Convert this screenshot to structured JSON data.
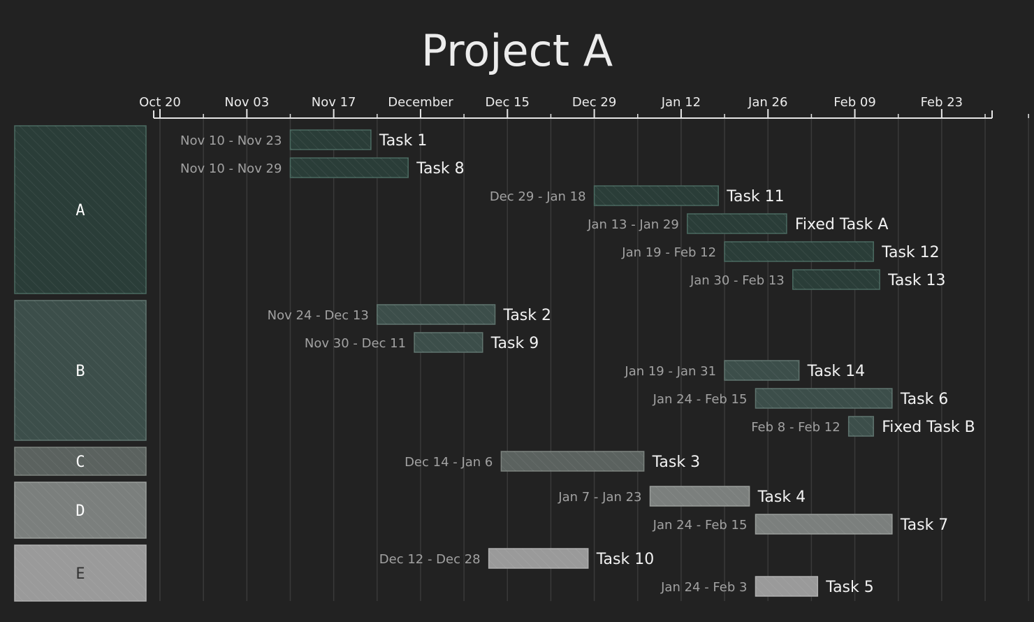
{
  "chart_data": {
    "type": "gantt",
    "title": "Project A",
    "x_ticks": [
      "Oct 20",
      "Nov 03",
      "Nov 17",
      "December",
      "Dec 15",
      "Dec 29",
      "Jan 12",
      "Jan 26",
      "Feb 09",
      "Feb 23"
    ],
    "groups": [
      {
        "name": "A",
        "color": "#2a3d38",
        "border": "#4b6a61",
        "text": "#ffffff"
      },
      {
        "name": "B",
        "color": "#3c4e4a",
        "border": "#60756f",
        "text": "#ffffff"
      },
      {
        "name": "C",
        "color": "#5b625f",
        "border": "#7c837f",
        "text": "#ffffff"
      },
      {
        "name": "D",
        "color": "#7b7f7d",
        "border": "#9a9e9b",
        "text": "#ffffff"
      },
      {
        "name": "E",
        "color": "#9a9a9a",
        "border": "#b0b0b0",
        "text": "#333333"
      }
    ],
    "tasks": [
      {
        "group": "A",
        "name": "Task 1",
        "range": "Nov 10 - Nov 23",
        "start": "11-10",
        "end": "11-23"
      },
      {
        "group": "A",
        "name": "Task 8",
        "range": "Nov 10 - Nov 29",
        "start": "11-10",
        "end": "11-29"
      },
      {
        "group": "A",
        "name": "Task 11",
        "range": "Dec 29 - Jan 18",
        "start": "12-29",
        "end": "01-18"
      },
      {
        "group": "A",
        "name": "Fixed Task A",
        "range": "Jan 13 - Jan 29",
        "start": "01-13",
        "end": "01-29"
      },
      {
        "group": "A",
        "name": "Task 12",
        "range": "Jan 19 - Feb 12",
        "start": "01-19",
        "end": "02-12"
      },
      {
        "group": "A",
        "name": "Task 13",
        "range": "Jan 30 - Feb 13",
        "start": "01-30",
        "end": "02-13"
      },
      {
        "group": "B",
        "name": "Task 2",
        "range": "Nov 24 - Dec 13",
        "start": "11-24",
        "end": "12-13"
      },
      {
        "group": "B",
        "name": "Task 9",
        "range": "Nov 30 - Dec 11",
        "start": "11-30",
        "end": "12-11"
      },
      {
        "group": "B",
        "name": "Task 14",
        "range": "Jan 19 - Jan 31",
        "start": "01-19",
        "end": "01-31"
      },
      {
        "group": "B",
        "name": "Task 6",
        "range": "Jan 24 - Feb 15",
        "start": "01-24",
        "end": "02-15"
      },
      {
        "group": "B",
        "name": "Fixed Task B",
        "range": "Feb 8 - Feb 12",
        "start": "02-08",
        "end": "02-12"
      },
      {
        "group": "C",
        "name": "Task 3",
        "range": "Dec 14 - Jan 6",
        "start": "12-14",
        "end": "01-06"
      },
      {
        "group": "D",
        "name": "Task 4",
        "range": "Jan 7 - Jan 23",
        "start": "01-07",
        "end": "01-23"
      },
      {
        "group": "D",
        "name": "Task 7",
        "range": "Jan 24 - Feb 15",
        "start": "01-24",
        "end": "02-15"
      },
      {
        "group": "E",
        "name": "Task 10",
        "range": "Dec 12 - Dec 28",
        "start": "12-12",
        "end": "12-28"
      },
      {
        "group": "E",
        "name": "Task 5",
        "range": "Jan 24 - Feb 3",
        "start": "01-24",
        "end": "02-03"
      }
    ]
  }
}
